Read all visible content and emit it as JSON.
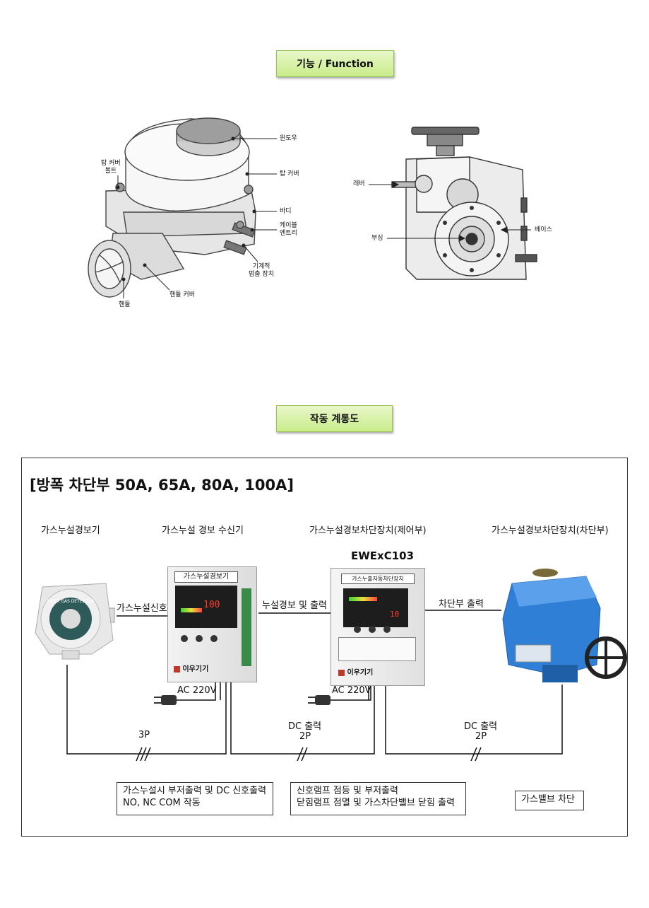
{
  "function_section": {
    "title": "기능 / Function",
    "left_labels": {
      "window": "윈도우",
      "top_cover": "탑 커버",
      "top_cover_bolt": "탑 커버\n볼트",
      "body": "바디",
      "cable_entry": "케이블\n엔트리",
      "mechanical_stop": "기계적\n멈춤 장치",
      "handle_cover": "핸들 커버",
      "handle": "핸들"
    },
    "right_labels": {
      "lever": "레버",
      "bushing": "부싱",
      "base": "베이스"
    }
  },
  "system_section": {
    "title": "작동 계통도",
    "heading": "[방폭 차단부 50A, 65A, 80A, 100A]",
    "devices": {
      "detector": "가스누설경보기",
      "receiver": "가스누설 경보 수신기",
      "controller": "가스누설경보차단장치(제어부)",
      "actuator": "가스누설경보차단장치(차단부)"
    },
    "model": "EWExC103",
    "receiver_panel": {
      "title": "가스누설경보기",
      "brand": "이우기기",
      "digits": "100"
    },
    "controller_panel": {
      "title": "가스누출자동차단장치",
      "brand": "이우기기",
      "digits": "10"
    },
    "detector_text": "EWEX GAS DETECTOR",
    "signals": {
      "leak_signal": "가스누설신호",
      "alarm_output": "누설경보 및 출력",
      "shutoff_output": "차단부 출력",
      "ac1": "AC 220V",
      "ac2": "AC 220V",
      "wire1": "3P",
      "dc1": "DC 출력",
      "dc1_p": "2P",
      "dc2": "DC 출력",
      "dc2_p": "2P"
    },
    "notes": {
      "receiver_line1": "가스누설시 부저출력 및 DC 신호출력",
      "receiver_line2": "NO, NC COM 작동",
      "controller_line1": "신호램프 점등 및 부저출력",
      "controller_line2": "닫힘램프 점멸 및 가스차단밸브 닫힘 출력",
      "actuator": "가스밸브 차단"
    }
  }
}
